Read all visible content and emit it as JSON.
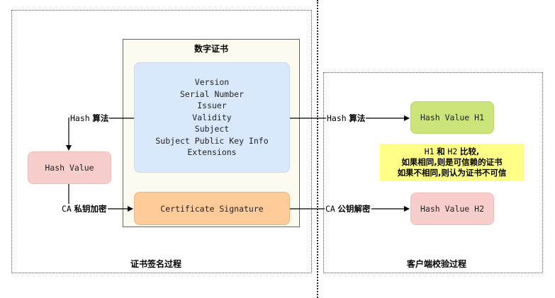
{
  "regions": {
    "signing_title": "证书签名过程",
    "verify_title": "客户端校验过程"
  },
  "certificate": {
    "title": "数字证书",
    "fields": [
      "Version",
      "Serial Number",
      "Issuer",
      "Validity",
      "Subject",
      "Subject Public Key Info",
      "Extensions"
    ],
    "signature": "Certificate Signature"
  },
  "left": {
    "hash_box": "Hash Value",
    "hash_label_code": "Hash",
    "hash_label_text": "算法",
    "ca_label_code": "CA",
    "ca_label_text": "私钥加密"
  },
  "right": {
    "h1_box": "Hash Value H1",
    "h2_box": "Hash Value H2",
    "hash_label_code": "Hash",
    "hash_label_text": "算法",
    "ca_label_code": "CA",
    "ca_label_text": "公钥解密",
    "compare_note": {
      "h1": "H1",
      "and": "和",
      "h2": "H2",
      "compare": "比较,",
      "line2": "如果相同,则是可信赖的证书",
      "line3": "如果不相同,则认为证书不可信"
    }
  },
  "colors": {
    "blue_fill": "#dae8fc",
    "orange_fill": "#ffcc99",
    "pink_fill": "#f8cecc",
    "green_fill": "#cce57a",
    "note_fill": "#ffff88",
    "cert_fill": "#fdfbf0"
  }
}
